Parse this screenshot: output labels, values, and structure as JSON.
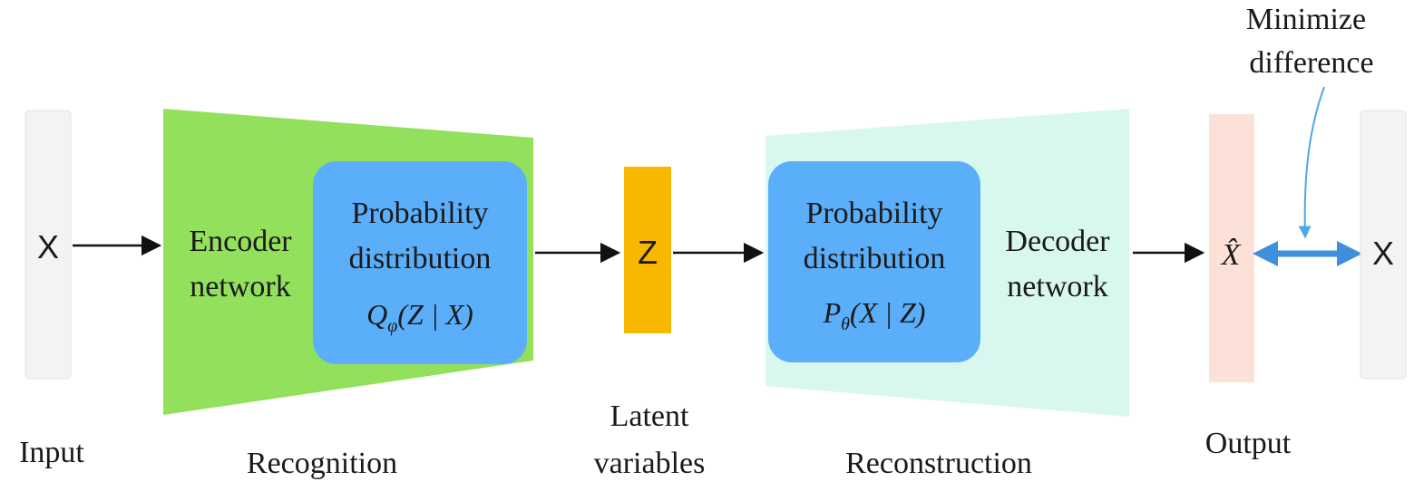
{
  "input": {
    "symbol": "X",
    "caption": "Input"
  },
  "encoder": {
    "caption": "Recognition",
    "network_line1": "Encoder",
    "network_line2": "network",
    "dist_line1": "Probability",
    "dist_line2": "distribution",
    "formula_sym": "Q",
    "formula_sub": "φ",
    "formula_args": "(Z | X)",
    "color": "#92e05c"
  },
  "latent": {
    "symbol": "Z",
    "caption_line1": "Latent",
    "caption_line2": "variables",
    "color": "#f9b800"
  },
  "decoder": {
    "caption": "Reconstruction",
    "network_line1": "Decoder",
    "network_line2": "network",
    "dist_line1": "Probability",
    "dist_line2": "distribution",
    "formula_sym": "P",
    "formula_sub": "θ",
    "formula_args": "(X | Z)",
    "color": "#d8f7ef"
  },
  "output": {
    "symbol": "X̂",
    "caption": "Output",
    "color": "#fbe1d8"
  },
  "target": {
    "symbol": "X"
  },
  "annotation": {
    "line1": "Minimize",
    "line2": "difference",
    "color": "#4ea8e8"
  },
  "colors": {
    "distribution_box": "#5aaefa",
    "vector_bar": "#f3f3f3",
    "arrow": "#111111"
  }
}
